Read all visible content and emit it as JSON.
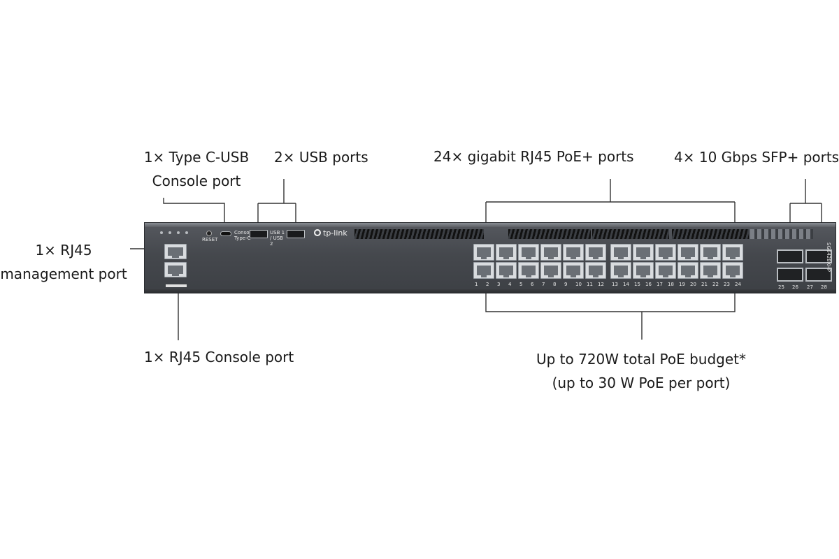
{
  "callouts": {
    "usbc_console": {
      "line1": "1× Type C-USB",
      "line2": "Console port"
    },
    "usb_ports": {
      "line1": "2× USB ports"
    },
    "rj45_poe": {
      "line1": "24× gigabit RJ45 PoE+ ports"
    },
    "sfp": {
      "line1": "4× 10 Gbps SFP+ ports"
    },
    "mgmt": {
      "line1": "1× RJ45",
      "line2": "management port"
    },
    "rj45_console": {
      "line1": "1× RJ45 Console port"
    },
    "poe_budget": {
      "line1": "Up to 720W total PoE budget*",
      "line2": "(up to 30 W PoE per port)"
    }
  },
  "device": {
    "brand": "tp-link",
    "model": "SG6428XHP",
    "labels": {
      "console_typec": "Console Type-C",
      "usb": "USB 1 / USB 2",
      "reset": "RESET"
    },
    "port_numbers": [
      "1",
      "2",
      "3",
      "4",
      "5",
      "6",
      "7",
      "8",
      "9",
      "10",
      "11",
      "12",
      "13",
      "14",
      "15",
      "16",
      "17",
      "18",
      "19",
      "20",
      "21",
      "22",
      "23",
      "24"
    ],
    "sfp_numbers": [
      "25",
      "26",
      "27",
      "28"
    ]
  },
  "colors": {
    "chassis": "#45484d",
    "port": "#d9dcdf",
    "leader": "#333333"
  }
}
